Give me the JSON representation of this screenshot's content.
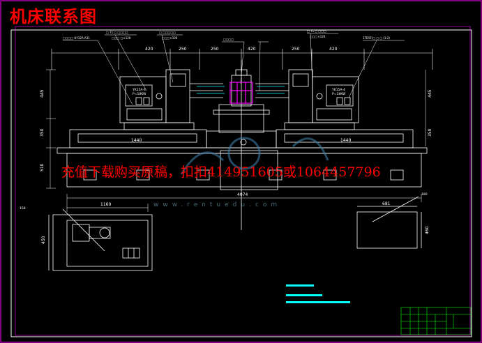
{
  "title": "机床联系图",
  "watermark": "充值下载购买原稿，扣扣414951605或1064457796",
  "watermark_url": "www.rentuedu.com",
  "dimensions": {
    "d420_left": "420",
    "d250_left": "250",
    "d250_mid": "250",
    "d420_mid": "420",
    "d250_right": "250",
    "d420_right": "420",
    "d445_left": "445",
    "d445_right": "445",
    "d350_left": "350",
    "d350_right": "350",
    "d510_left": "510",
    "d1440_left": "1440",
    "d1440_right": "1440",
    "d1160": "1160",
    "d4074": "4074",
    "d450": "450",
    "d681": "681",
    "d460": "460",
    "d158": "158",
    "d180": "180"
  },
  "labels": {
    "head_left_tag": "YK15A-4",
    "head_left_tag2": "P=18KW",
    "head_right_tag": "YK15A-4",
    "head_right_tag2": "P=18KW"
  },
  "colors": {
    "frame": "#ff00ff",
    "line": "#ffffff",
    "accent": "#00ffff",
    "part": "#ff00ff",
    "watermark": "#ff0000",
    "titleblock": "#00ff00"
  }
}
